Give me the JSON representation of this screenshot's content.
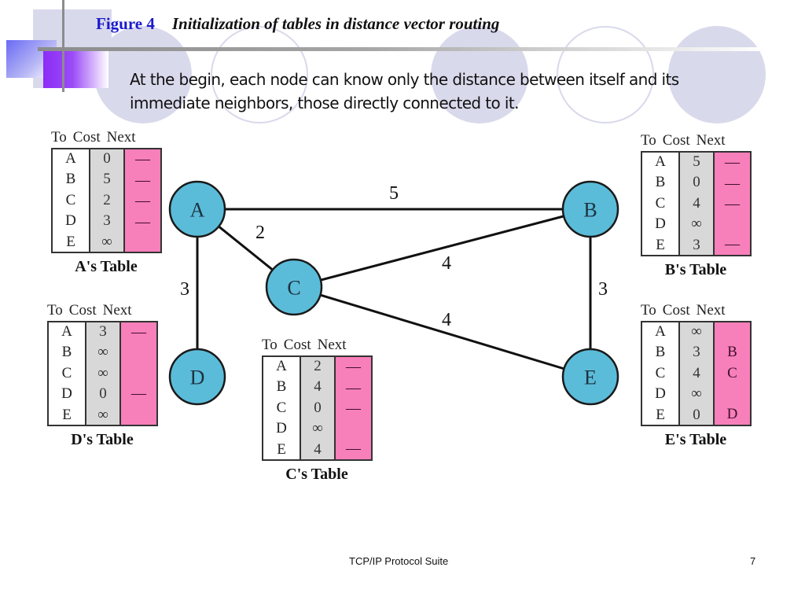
{
  "slide": {
    "figure_label": "Figure 4",
    "figure_caption": "Initialization of tables in distance vector routing",
    "description": "At the begin, each node can know only the distance between itself and its immediate neighbors, those directly connected to it.",
    "footer_text": "TCP/IP Protocol Suite",
    "page_number": "7"
  },
  "colors": {
    "node_fill": "#5bbcd9",
    "next_column": "#f77fba",
    "cost_column": "#d8d8d8",
    "figure_label": "#1a1acc"
  },
  "table_headers": {
    "to": "To",
    "cost": "Cost",
    "next": "Next"
  },
  "graph": {
    "nodes": [
      {
        "id": "A",
        "label": "A"
      },
      {
        "id": "B",
        "label": "B"
      },
      {
        "id": "C",
        "label": "C"
      },
      {
        "id": "D",
        "label": "D"
      },
      {
        "id": "E",
        "label": "E"
      }
    ],
    "edges": [
      {
        "from": "A",
        "to": "B",
        "cost": "5"
      },
      {
        "from": "A",
        "to": "C",
        "cost": "2"
      },
      {
        "from": "A",
        "to": "D",
        "cost": "3"
      },
      {
        "from": "C",
        "to": "B",
        "cost": "4"
      },
      {
        "from": "C",
        "to": "E",
        "cost": "4"
      },
      {
        "from": "B",
        "to": "E",
        "cost": "3"
      }
    ]
  },
  "tables": {
    "A": {
      "caption": "A's Table",
      "to": [
        "A",
        "B",
        "C",
        "D",
        "E"
      ],
      "cost": [
        "0",
        "5",
        "2",
        "3",
        "∞"
      ],
      "next": [
        "—",
        "—",
        "—",
        "—",
        ""
      ]
    },
    "B": {
      "caption": "B's Table",
      "to": [
        "A",
        "B",
        "C",
        "D",
        "E"
      ],
      "cost": [
        "5",
        "0",
        "4",
        "∞",
        "3"
      ],
      "next": [
        "—",
        "—",
        "—",
        "",
        "—"
      ]
    },
    "C": {
      "caption": "C's Table",
      "to": [
        "A",
        "B",
        "C",
        "D",
        "E"
      ],
      "cost": [
        "2",
        "4",
        "0",
        "∞",
        "4"
      ],
      "next": [
        "—",
        "—",
        "—",
        "",
        "—"
      ]
    },
    "D": {
      "caption": "D's Table",
      "to": [
        "A",
        "B",
        "C",
        "D",
        "E"
      ],
      "cost": [
        "3",
        "∞",
        "∞",
        "0",
        "∞"
      ],
      "next": [
        "—",
        "",
        "",
        "—",
        ""
      ]
    },
    "E": {
      "caption": "E's Table",
      "to": [
        "A",
        "B",
        "C",
        "D",
        "E"
      ],
      "cost": [
        "∞",
        "3",
        "4",
        "∞",
        "0"
      ],
      "next": [
        "",
        "B",
        "C",
        "",
        "D"
      ]
    }
  }
}
